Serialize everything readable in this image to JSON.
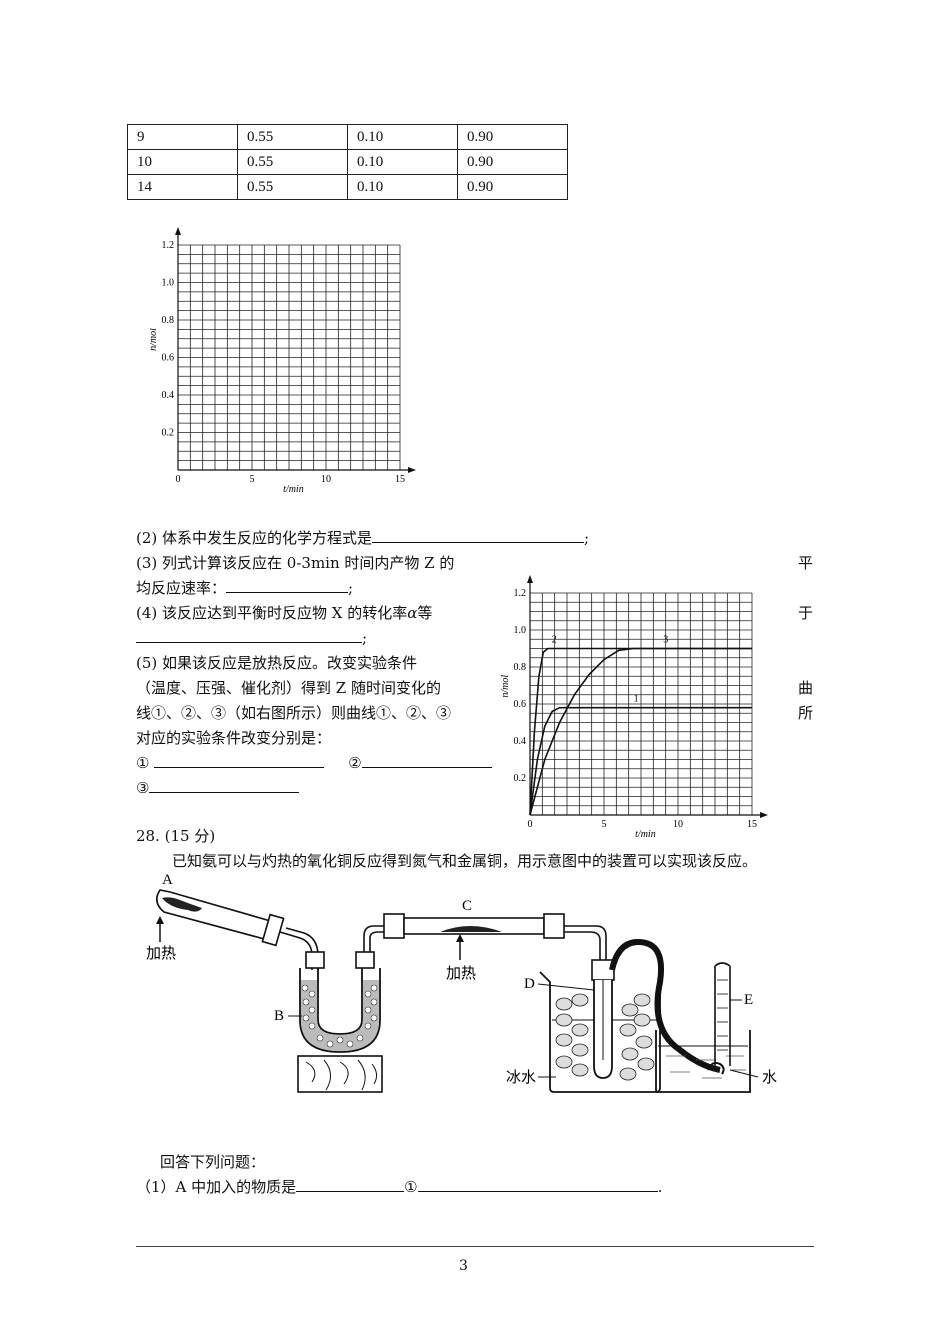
{
  "table": {
    "rows": [
      [
        "9",
        "0.55",
        "0.10",
        "0.90"
      ],
      [
        "10",
        "0.55",
        "0.10",
        "0.90"
      ],
      [
        "14",
        "0.55",
        "0.10",
        "0.90"
      ]
    ]
  },
  "grid_chart": {
    "ylabel": "n/mol",
    "xlabel": "t/min",
    "y_ticks": [
      "0.2",
      "0.4",
      "0.6",
      "0.8",
      "1.0",
      "1.2"
    ],
    "x_ticks": [
      "0",
      "5",
      "10",
      "15"
    ]
  },
  "chart_data": {
    "type": "line",
    "ylabel": "n/mol",
    "xlabel": "t/min",
    "xlim": [
      0,
      15
    ],
    "ylim": [
      0,
      1.2
    ],
    "y_ticks": [
      "0.2",
      "0.4",
      "0.6",
      "0.8",
      "1.0",
      "1.2"
    ],
    "x_ticks": [
      "0",
      "5",
      "10",
      "15"
    ],
    "series": [
      {
        "name": "1",
        "x": [
          0,
          0.5,
          1,
          1.5,
          2,
          15
        ],
        "y": [
          0,
          0.3,
          0.48,
          0.56,
          0.58,
          0.58
        ]
      },
      {
        "name": "2",
        "x": [
          0,
          0.3,
          0.6,
          0.9,
          1.2,
          15
        ],
        "y": [
          0,
          0.45,
          0.75,
          0.88,
          0.9,
          0.9
        ]
      },
      {
        "name": "3",
        "x": [
          0,
          1,
          2,
          3,
          4,
          5,
          6,
          7,
          15
        ],
        "y": [
          0,
          0.3,
          0.5,
          0.65,
          0.76,
          0.84,
          0.89,
          0.9,
          0.9
        ]
      }
    ]
  },
  "questions": {
    "q2": "(2) 体系中发生反应的化学方程式是",
    "q2_end": ";",
    "q3a": "(3) 列式计算该反应在 0-3min 时间内产物 Z 的",
    "q3a_right": "平",
    "q3b": "均反应速率：",
    "q3b_end": ";",
    "q4a": "(4) 该反应达到平衡时反应物 X 的转化率",
    "q4_alpha": "α",
    "q4a_tail": "等",
    "q4a_right": "于",
    "q4b_end": ";",
    "q5a": "(5) 如果该反应是放热反应。改变实验条件",
    "q5b": "（温度、压强、催化剂）得到 Z 随时间变化的",
    "q5b_right": "曲",
    "q5c": "线①、②、③（如右图所示）则曲线①、②、③",
    "q5c_right": "所",
    "q5d": "对应的实验条件改变分别是：",
    "q5e1": "①",
    "q5e2": "②",
    "q5f": "③"
  },
  "q28": {
    "header": "28. (15 分)",
    "intro": "已知氨可以与灼热的氧化铜反应得到氮气和金属铜，用示意图中的装置可以实现该反应。",
    "answer_intro": "回答下列问题：",
    "sub1_a": "（1）A 中加入的物质是",
    "sub1_b": "①",
    "sub1_end": "."
  },
  "apparatus": {
    "label_a": "A",
    "label_b": "B",
    "label_c": "C",
    "label_d": "D",
    "label_e": "E",
    "heat1": "加热",
    "heat2": "加热",
    "ice_water": "冰水",
    "water": "水"
  },
  "page_number": "3"
}
